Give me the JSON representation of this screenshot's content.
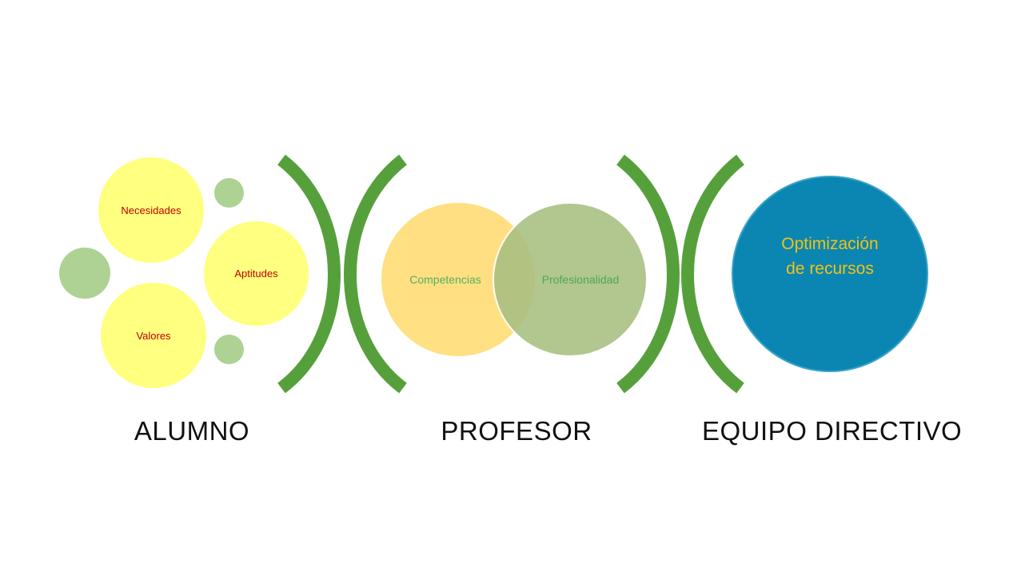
{
  "alumno": {
    "heading": "ALUMNO",
    "items": [
      "Necesidades",
      "Aptitudes",
      "Valores"
    ]
  },
  "profesor": {
    "heading": "PROFESOR",
    "venn": [
      "Competencias",
      "Profesionalidad"
    ]
  },
  "equipo": {
    "heading": "EQUIPO DIRECTIVO",
    "circle_lines": [
      "Optimización",
      "de recursos"
    ]
  },
  "colors": {
    "bracket": "#56a03c",
    "yellow_circle": "#ffff80",
    "yellow_text": "#c00000",
    "small_green": "#a9d08e",
    "venn_left": "#ffd966",
    "venn_right": "#a8bf80",
    "venn_text": "#2e9e3e",
    "blue_circle": "#0b86b2",
    "blue_text": "#f3c213"
  }
}
